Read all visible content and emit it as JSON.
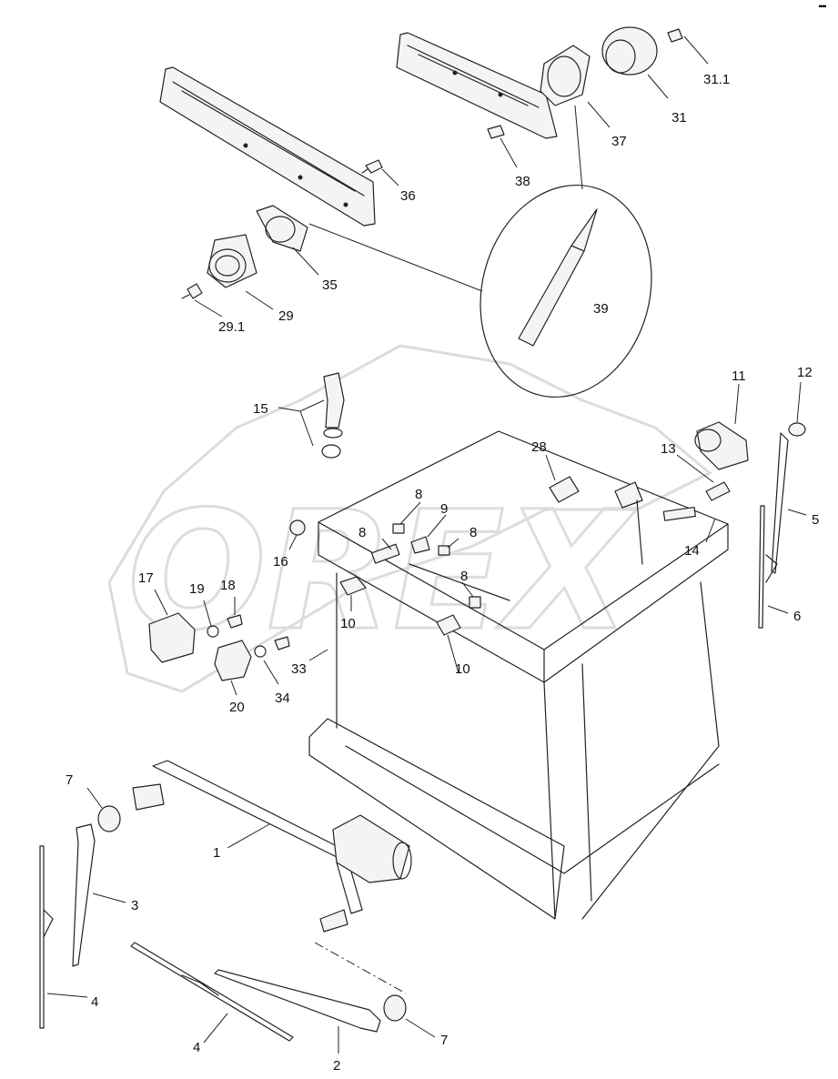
{
  "watermark": "OREX",
  "corner_mark": "▬",
  "callouts": [
    {
      "id": "c-31-1",
      "text": "31.1"
    },
    {
      "id": "c-31",
      "text": "31"
    },
    {
      "id": "c-37",
      "text": "37"
    },
    {
      "id": "c-38",
      "text": "38"
    },
    {
      "id": "c-36",
      "text": "36"
    },
    {
      "id": "c-35",
      "text": "35"
    },
    {
      "id": "c-29",
      "text": "29"
    },
    {
      "id": "c-29-1",
      "text": "29.1"
    },
    {
      "id": "c-39",
      "text": "39"
    },
    {
      "id": "c-15",
      "text": "15"
    },
    {
      "id": "c-11",
      "text": "11"
    },
    {
      "id": "c-12",
      "text": "12"
    },
    {
      "id": "c-28",
      "text": "28"
    },
    {
      "id": "c-13",
      "text": "13"
    },
    {
      "id": "c-5",
      "text": "5"
    },
    {
      "id": "c-8a",
      "text": "8"
    },
    {
      "id": "c-9",
      "text": "9"
    },
    {
      "id": "c-8b",
      "text": "8"
    },
    {
      "id": "c-8c",
      "text": "8"
    },
    {
      "id": "c-8d",
      "text": "8"
    },
    {
      "id": "c-16",
      "text": "16"
    },
    {
      "id": "c-14",
      "text": "14"
    },
    {
      "id": "c-6",
      "text": "6"
    },
    {
      "id": "c-17",
      "text": "17"
    },
    {
      "id": "c-19",
      "text": "19"
    },
    {
      "id": "c-18",
      "text": "18"
    },
    {
      "id": "c-10a",
      "text": "10"
    },
    {
      "id": "c-33",
      "text": "33"
    },
    {
      "id": "c-10b",
      "text": "10"
    },
    {
      "id": "c-20",
      "text": "20"
    },
    {
      "id": "c-34",
      "text": "34"
    },
    {
      "id": "c-7a",
      "text": "7"
    },
    {
      "id": "c-1",
      "text": "1"
    },
    {
      "id": "c-3",
      "text": "3"
    },
    {
      "id": "c-4a",
      "text": "4"
    },
    {
      "id": "c-4b",
      "text": "4"
    },
    {
      "id": "c-2",
      "text": "2"
    },
    {
      "id": "c-7b",
      "text": "7"
    }
  ]
}
